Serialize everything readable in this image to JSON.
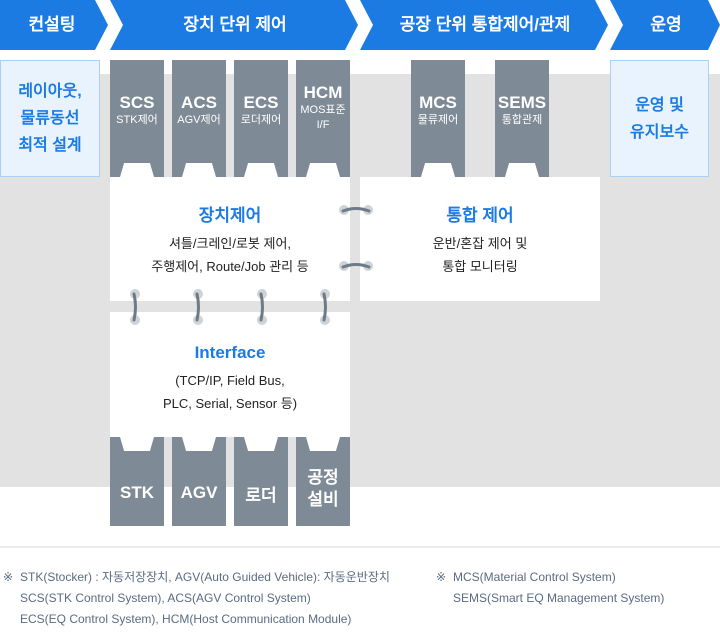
{
  "colors": {
    "header_blue": "#1b7be3",
    "tab_gray": "#7e8a95",
    "band_gray": "#e2e2e2",
    "side_box_bg": "#e9f3fd",
    "side_box_border": "#a9d1f5",
    "title_blue": "#1b7be3",
    "note_text": "#5b6b82"
  },
  "header": {
    "steps": [
      {
        "label": "컨설팅"
      },
      {
        "label": "장치 단위 제어"
      },
      {
        "label": "공장 단위 통합제어/관제"
      },
      {
        "label": "운영"
      }
    ]
  },
  "side_boxes": {
    "consulting": {
      "lines": [
        "레이아웃,",
        "물류동선",
        "최적 설계"
      ]
    },
    "operation": {
      "lines": [
        "운영 및",
        "유지보수"
      ]
    }
  },
  "top_tabs": [
    {
      "abbr": "SCS",
      "sub": [
        "STK제어"
      ]
    },
    {
      "abbr": "ACS",
      "sub": [
        "AGV제어"
      ]
    },
    {
      "abbr": "ECS",
      "sub": [
        "로더제어"
      ]
    },
    {
      "abbr": "HCM",
      "sub": [
        "MOS표준",
        "I/F"
      ]
    },
    {
      "abbr": "MCS",
      "sub": [
        "물류제어"
      ]
    },
    {
      "abbr": "SEMS",
      "sub": [
        "통합관제"
      ]
    }
  ],
  "cards": {
    "device_control": {
      "title": "장치제어",
      "desc": [
        "셔틀/크레인/로봇 제어,",
        "주행제어, Route/Job 관리 등"
      ]
    },
    "integrated_control": {
      "title": "통합 제어",
      "desc": [
        "운반/혼잡 제어 및",
        "통합 모니터링"
      ]
    },
    "interface": {
      "title": "Interface",
      "desc": [
        "(TCP/IP, Field Bus,",
        "PLC, Serial, Sensor 등)"
      ]
    }
  },
  "bottom_tabs": [
    {
      "lines": [
        "STK"
      ]
    },
    {
      "lines": [
        "AGV"
      ]
    },
    {
      "lines": [
        "로더"
      ]
    },
    {
      "lines": [
        "공정",
        "설비"
      ]
    }
  ],
  "notes": {
    "mark": "※",
    "left": [
      "STK(Stocker) : 자동저장장치, AGV(Auto Guided Vehicle): 자동운반장치",
      "SCS(STK Control System), ACS(AGV Control System)",
      "ECS(EQ Control System), HCM(Host Communication Module)"
    ],
    "right": [
      "MCS(Material Control System)",
      "SEMS(Smart EQ Management System)"
    ]
  }
}
